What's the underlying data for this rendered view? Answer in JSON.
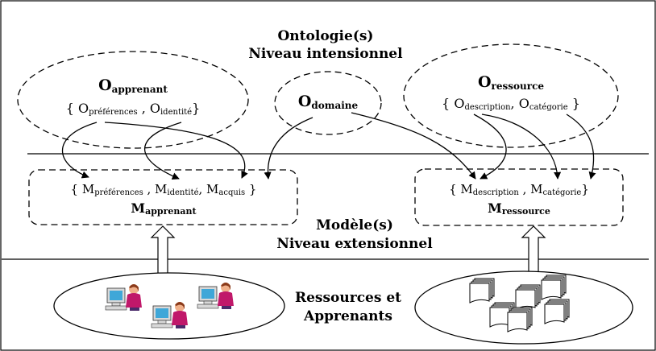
{
  "labels": {
    "top_title_1": "Ontologie(s)",
    "top_title_2": "Niveau intensionnel",
    "mid_title_1": "Modèle(s)",
    "mid_title_2": "Niveau extensionnel",
    "bottom_title_1": "Ressources et",
    "bottom_title_2": "Apprenants"
  },
  "ontologies": {
    "apprenant": {
      "prefix": "O",
      "sub": "apprenant",
      "members_open": "{ O",
      "m1_sub": "préférences",
      "sep": " , O",
      "m2_sub": "identité",
      "members_close": "}"
    },
    "domaine": {
      "prefix": "O",
      "sub": "domaine"
    },
    "ressource": {
      "prefix": "O",
      "sub": "ressource",
      "members_open": "{ O",
      "m1_sub": "description",
      "sep": ", O",
      "m2_sub": "catégorie",
      "members_close": " }"
    }
  },
  "models": {
    "apprenant": {
      "members_open": "{ M",
      "m1_sub": "préférences",
      "sep1": " , M",
      "m2_sub": "identité",
      "sep2": ", M",
      "m3_sub": "acquis",
      "members_close": " }",
      "prefix": "M",
      "sub": "apprenant"
    },
    "ressource": {
      "members_open": "{ M",
      "m1_sub": "description",
      "sep1": " , M",
      "m2_sub": "catégorie",
      "members_close": "}",
      "prefix": "M",
      "sub": "ressource"
    }
  },
  "colors": {
    "stroke": "#000000",
    "learner_shirt": "#c0186a",
    "learner_skin": "#f0b08a",
    "learner_hair": "#8a3a1a",
    "monitor_screen": "#3fa7d8",
    "monitor_body": "#d8d8d8",
    "document_fill": "#ffffff"
  },
  "icons": {
    "learners": "learner-at-computer-icon",
    "resources": "stacked-documents-icon"
  }
}
